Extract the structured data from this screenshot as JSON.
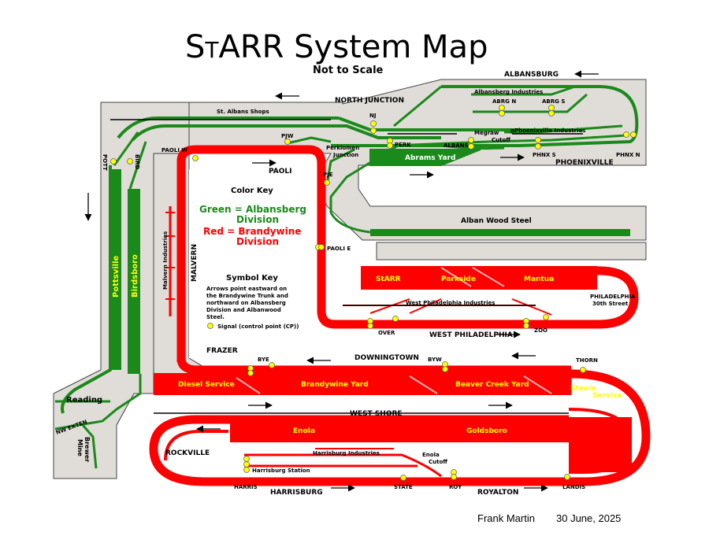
{
  "title": {
    "main_prefix": "S",
    "main_small": "T",
    "main_rest": "ARR System Map",
    "subtitle": "Not to Scale"
  },
  "colors": {
    "albansberg": "#1a8a1a",
    "brandywine": "#ff0000",
    "ground": "#e0dcd8",
    "signal": "#ffff00"
  },
  "key": {
    "color_title": "Color Key",
    "green_line1": "Green = Albansberg",
    "green_line2": "Division",
    "red_line1": "Red = Brandywine",
    "red_line2": "Division",
    "symbol_title": "Symbol Key",
    "symbol_lines": [
      "Arrows point eastward on",
      "the Brandywine Trunk and",
      "northward on Albansberg",
      "Division and Albanwood",
      "Steel."
    ],
    "signal_label": "Signal (control point (CP))"
  },
  "places": {
    "albansburg": "ALBANSBURG",
    "albansberg_ind": "Albansberg Industries",
    "abrg_n": "ABRG N",
    "abrg_s": "ABRG S",
    "north_junction": "NORTH JUNCTION",
    "st_albans_shops": "St. Albans Shops",
    "nj": "NJ",
    "megraw": "Megraw",
    "cutoff": "Cutoff",
    "phoenixville_ind": "pPhoenixville Industries",
    "pjw": "PJW",
    "perk": "PERK",
    "albans": "ALBANS",
    "perkiomen": "Perkiomen",
    "junction": "Junction",
    "abrams_yard": "Abrams Yard",
    "phnx_s": "PHNX S",
    "phnx_n": "PHNX N",
    "phoenixville": "PHOENIXVILLE",
    "paoli_w": "PAOLI W",
    "paoli": "PAOLI",
    "pje": "PJE",
    "pott": "POTT",
    "bird": "BIRD",
    "alban_wood": "Alban Wood Steel",
    "pottsville": "Pottsville",
    "birdsboro": "Birdsboro",
    "malvern_ind": "Malvern Industries",
    "malvern": "MALVERN",
    "paoli_e": "PAOLI E",
    "starr": "StARR",
    "parkside": "Parkside",
    "mantua": "Mantua",
    "philadelphia": "PHILADELPHIA",
    "thirtieth": "30th Street",
    "wp_ind": "West Philadelphia Industries",
    "over": "OVER",
    "west_philadelphia": "WEST PHILADELPHIA",
    "zoo": "ZOO",
    "frazer": "FRAZER",
    "bye": "BYE",
    "downingtown": "DOWNINGTOWN",
    "byw": "BYW",
    "thorn": "THORN",
    "diesel": "Diesel Service",
    "brandywine_yard": "Brandywine Yard",
    "beaver_creek": "Beaver Creek Yard",
    "steam": "Steam",
    "service": "Service",
    "reading": "Reading",
    "nw_exten": "NW EXTEN",
    "west_shore": "WEST SHORE",
    "brewer": "Brewer",
    "mine": "Mine",
    "enola": "Enola",
    "goldsboro": "Goldsboro",
    "rockville": "ROCKVILLE",
    "harrisburg_ind": "Harrisburg Industries",
    "enola_c1": "Enola",
    "enola_c2": "Cutoff",
    "harrisburg_station": "Harrisburg Station",
    "harris": "HARRIS",
    "harrisburg": "HARRISBURG",
    "state": "STATE",
    "roy": "ROY",
    "royalton": "ROYALTON",
    "landis": "LANDIS"
  },
  "footer": {
    "author": "Frank Martin",
    "date": "30 June, 2025"
  }
}
